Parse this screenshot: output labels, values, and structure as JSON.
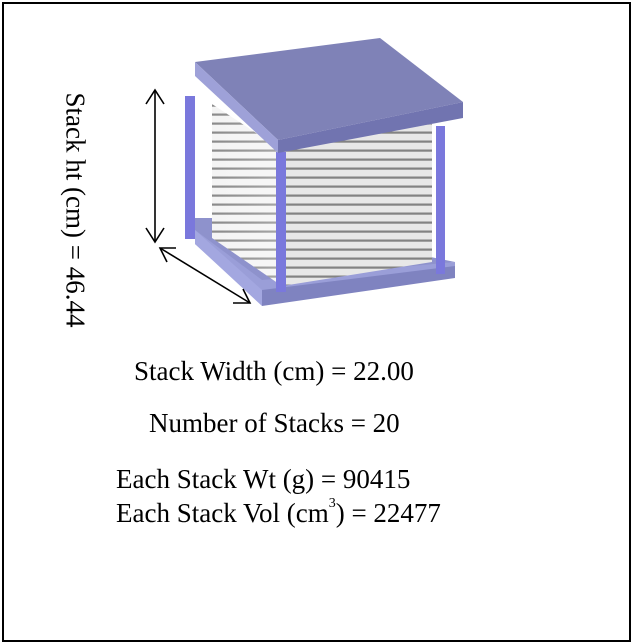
{
  "stack_height": {
    "label": "Stack ht (cm) = 46.44"
  },
  "stack_width": {
    "label": "Stack Width (cm) = 22.00"
  },
  "number_of_stacks": {
    "label": "Number of Stacks = 20"
  },
  "stack_weight": {
    "label": "Each Stack Wt (g) = 90415"
  },
  "stack_volume": {
    "prefix": "Each Stack Vol (cm",
    "superscript": "3",
    "suffix": ") = 22477"
  },
  "colors": {
    "plate_top": "#8a8fbf",
    "plate_side": "#6d71a3",
    "rod": "#7070d6",
    "fins_light": "#f2f2f2",
    "fins_dark": "#7a7a7a",
    "base_plate": "#8f93cf"
  }
}
